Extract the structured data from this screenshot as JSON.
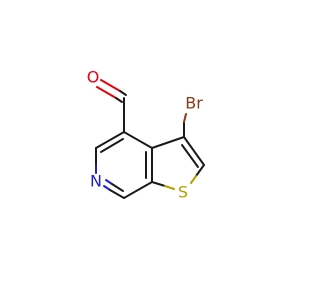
{
  "molecule": {
    "atoms": {
      "oxygen": {
        "label": "O",
        "color": "#e8000b"
      },
      "bromine": {
        "label": "Br",
        "color": "#8a3a1a"
      },
      "nitrogen": {
        "label": "N",
        "color": "#2020c8"
      },
      "sulfur": {
        "label": "S",
        "color": "#b3a100"
      }
    },
    "bond_color": "#1a1a1a"
  }
}
